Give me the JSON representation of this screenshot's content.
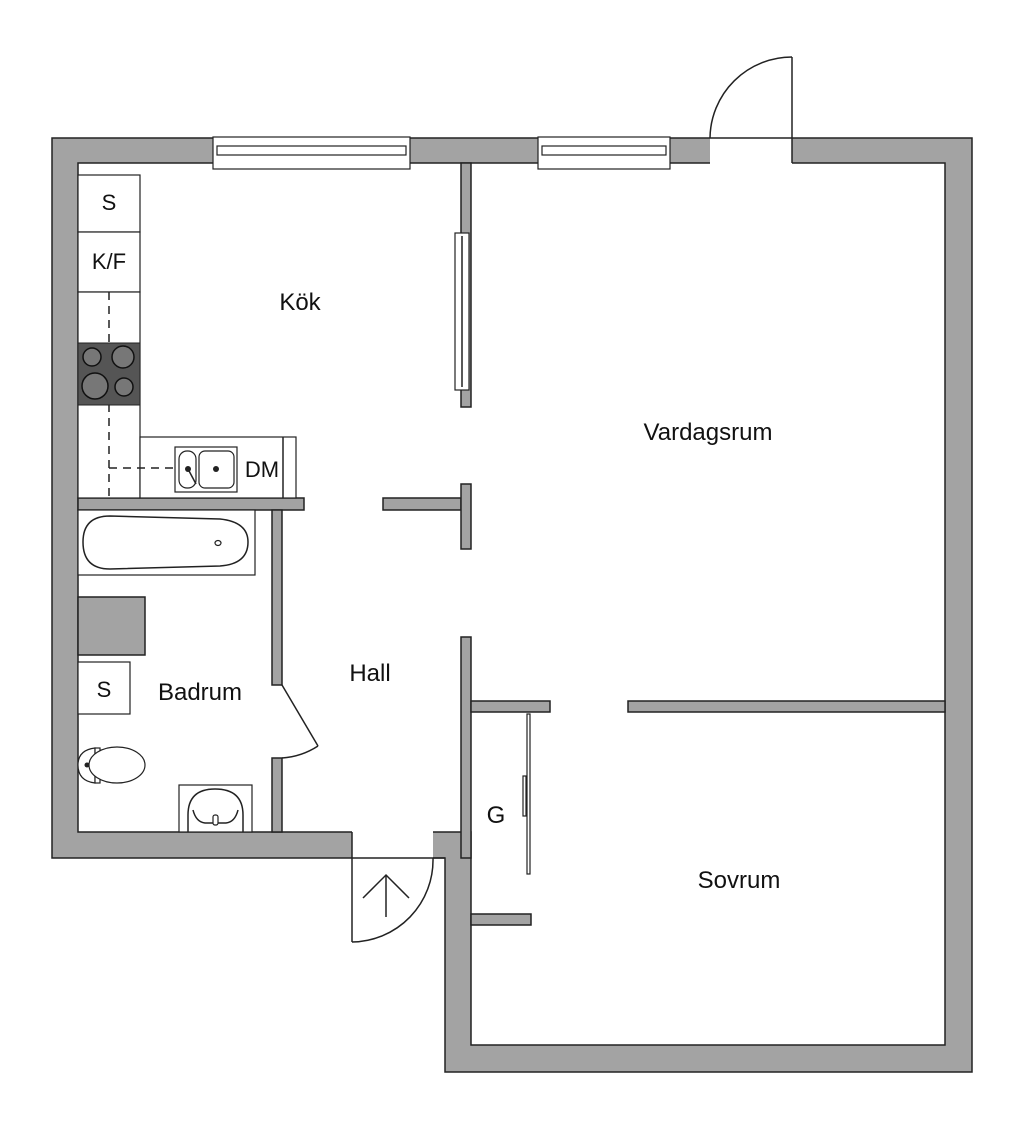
{
  "plan": {
    "rooms": {
      "kitchen": "Kök",
      "living_room": "Vardagsrum",
      "hall": "Hall",
      "bathroom": "Badrum",
      "bedroom": "Sovrum",
      "closet": "G"
    },
    "fixtures": {
      "kitchen_cabinet": "S",
      "fridge_freezer": "K/F",
      "dishwasher": "DM",
      "bathroom_cabinet": "S"
    },
    "colors": {
      "wall": "#a3a3a3",
      "stove": "#555555",
      "line": "#222222"
    }
  }
}
